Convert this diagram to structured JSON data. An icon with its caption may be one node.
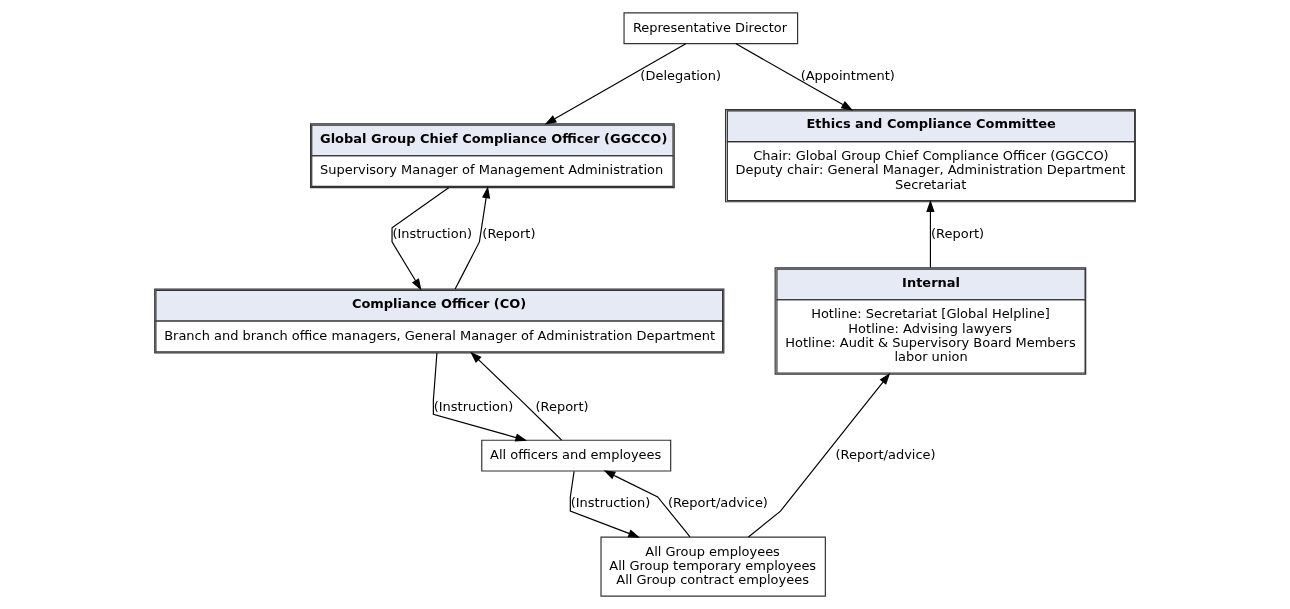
{
  "diagram": {
    "nodes": [
      {
        "text": [
          "Representative Director"
        ]
      },
      {
        "text": [
          "Global Group Chief Compliance Officer (GGCCO)",
          "Supervisory Manager of Management Administration"
        ]
      },
      {
        "text": [
          "Ethics and Compliance Committee",
          "Chair: Global Group Chief Compliance Officer (GGCCO)",
          "Deputy chair: General Manager, Administration Department",
          "Secretariat"
        ]
      },
      {
        "text": [
          "Compliance Officer (CO)",
          "Branch and branch office managers, General Manager of Administration Department"
        ]
      },
      {
        "text": [
          "Internal",
          "Hotline: Secretariat [Global Helpline]",
          "Hotline: Advising lawyers",
          "Hotline: Audit & Supervisory Board Members",
          "labor union"
        ]
      },
      {
        "text": [
          "All officers and employees"
        ]
      },
      {
        "text": [
          "All Group employees",
          "All Group temporary employees",
          "All Group contract employees"
        ]
      }
    ],
    "edges": [
      {
        "from": 0,
        "to": 1,
        "arrow": "to",
        "label": "(Delegation)"
      },
      {
        "from": 0,
        "to": 2,
        "arrow": "to",
        "label": "(Appointment)"
      },
      {
        "from": 1,
        "to": 3,
        "arrow": "to",
        "label": "(Instruction)"
      },
      {
        "from": 3,
        "to": 1,
        "arrow": "to",
        "label": "(Report)"
      },
      {
        "from": 4,
        "to": 2,
        "arrow": "to",
        "label": "(Report)"
      },
      {
        "from": 3,
        "to": 5,
        "arrow": "to",
        "label": "(Instruction)"
      },
      {
        "from": 5,
        "to": 3,
        "arrow": "to",
        "label": "(Report)"
      },
      {
        "from": 5,
        "to": 6,
        "arrow": "to",
        "label": "(Instruction)"
      },
      {
        "from": 6,
        "to": 5,
        "arrow": "to",
        "label": "(Report/advice)"
      },
      {
        "from": 6,
        "to": 4,
        "arrow": "to",
        "label": "(Report/advice)"
      }
    ]
  }
}
